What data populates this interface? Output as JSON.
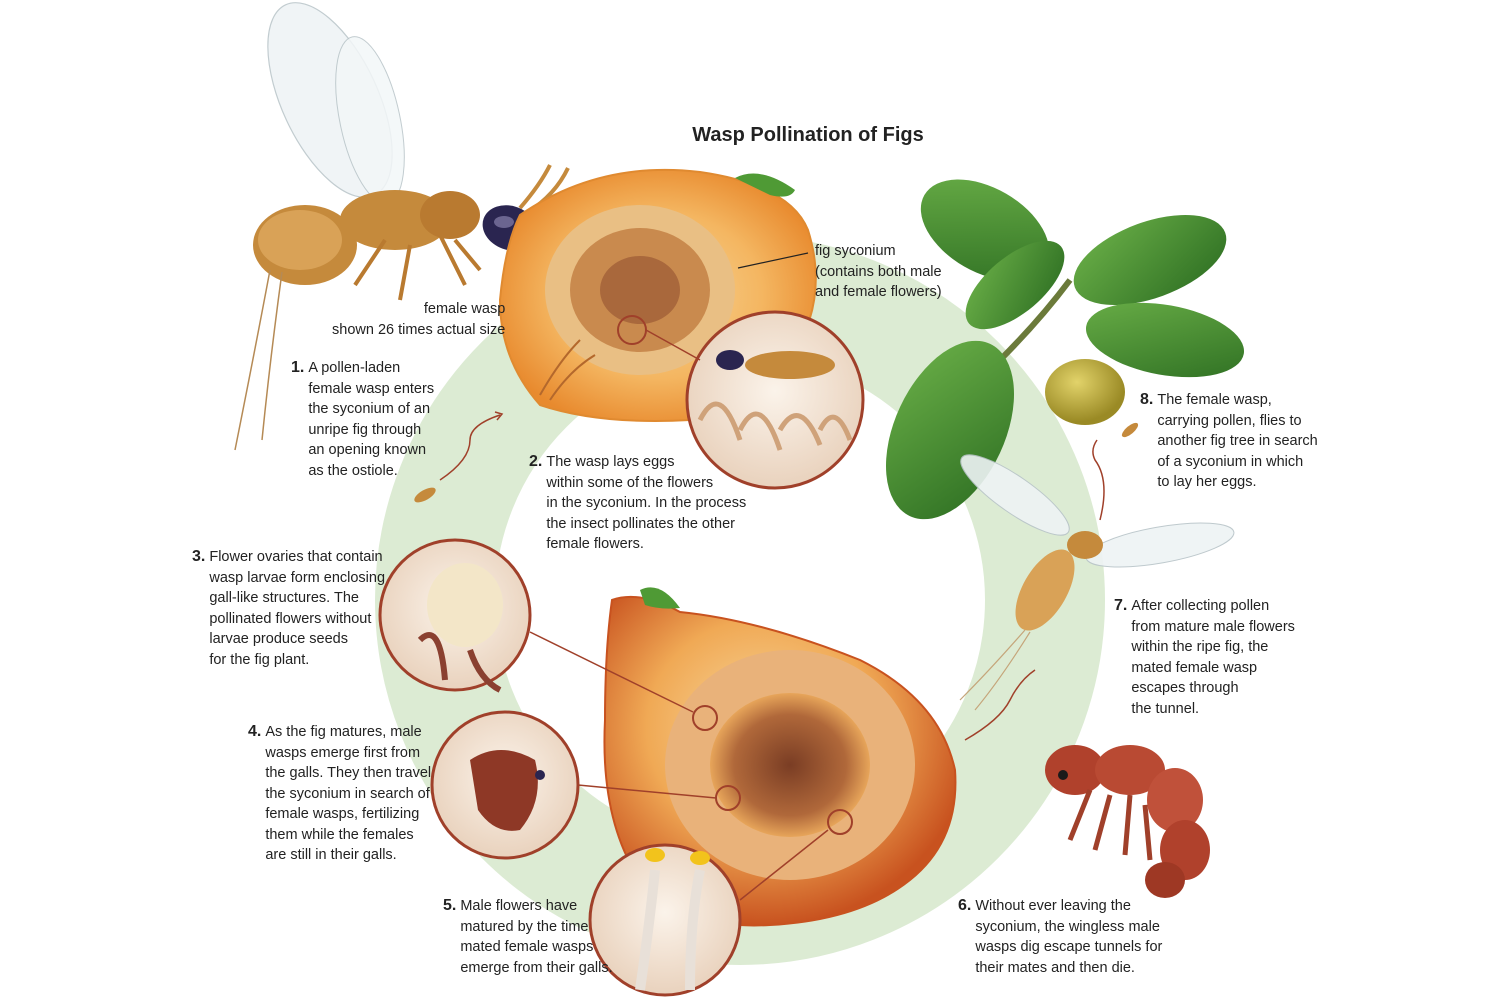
{
  "title": "Wasp Pollination of Figs",
  "labels": {
    "syconium": "fig syconium\n(contains both male\nand female flowers)",
    "wasp_scale": "female wasp\nshown 26 times actual size"
  },
  "steps": [
    {
      "num": "1.",
      "text": "A pollen-laden\nfemale wasp enters\nthe syconium of an\nunripe fig through\nan opening known\nas the ostiole."
    },
    {
      "num": "2.",
      "text": "The wasp lays eggs\nwithin some of the flowers\nin the syconium. In the process\nthe insect pollinates the other\nfemale flowers."
    },
    {
      "num": "3.",
      "text": "Flower ovaries that contain\nwasp larvae form enclosing\ngall-like structures. The\npollinated flowers without\nlarvae produce seeds\nfor the fig plant."
    },
    {
      "num": "4.",
      "text": "As the fig matures, male\nwasps emerge first from\nthe galls. They then travel\nthe syconium in search of\nfemale wasps, fertilizing\nthem while the females\nare still in their galls."
    },
    {
      "num": "5.",
      "text": "Male flowers have\nmatured by the time\nmated female wasps\nemerge from their galls."
    },
    {
      "num": "6.",
      "text": "Without ever leaving the\nsyconium, the wingless male\nwasps dig escape tunnels for\ntheir mates and then die."
    },
    {
      "num": "7.",
      "text": "After collecting pollen\nfrom mature male flowers\nwithin the ripe fig, the\nmated female wasp\nescapes through\nthe tunnel."
    },
    {
      "num": "8.",
      "text": "The female wasp,\ncarrying pollen, flies to\nanother fig tree in search\nof a syconium in which\nto lay her eggs."
    }
  ],
  "colors": {
    "ring": "#dcebd3",
    "fig_flesh": "#f4b661",
    "fig_skin": "#e8882e",
    "leaf": "#3f8a2f",
    "wasp_body": "#c58a3c",
    "male_wasp": "#b0412c"
  }
}
